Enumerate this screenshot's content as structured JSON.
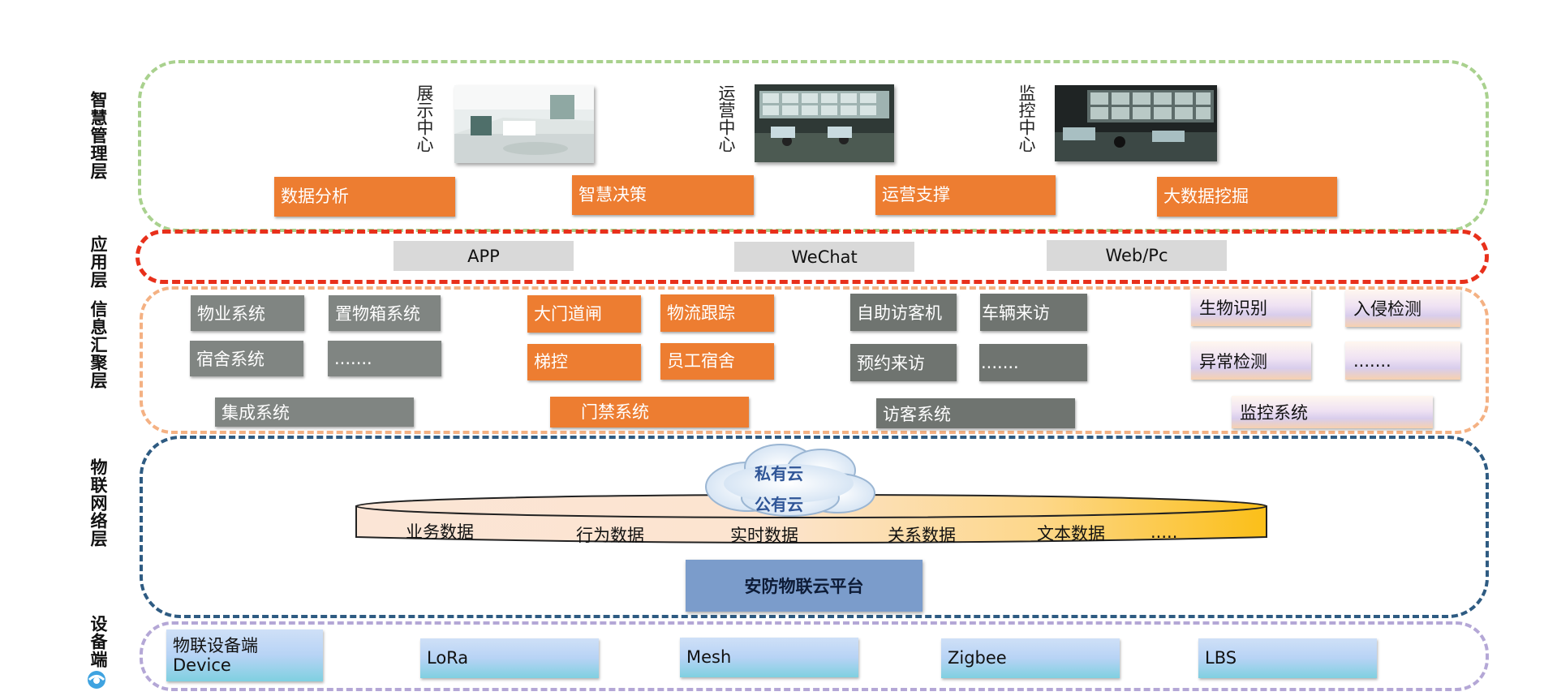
{
  "layer_labels": {
    "smart_mgmt": "智慧管理层",
    "application": "应用层",
    "info_aggregation": "信息汇聚层",
    "iot_network": "物联网络层",
    "device": "设备端"
  },
  "centers": [
    {
      "caption": "展示中心"
    },
    {
      "caption": "运营中心"
    },
    {
      "caption": "监控中心"
    }
  ],
  "mgmt_functions": [
    "数据分析",
    "智慧决策",
    "运营支撑",
    "大数据挖掘"
  ],
  "app_channels": [
    "APP",
    "WeChat",
    "Web/Pc"
  ],
  "integration": {
    "items": [
      "物业系统",
      "置物箱系统",
      "宿舍系统",
      "......."
    ],
    "system": "集成系统"
  },
  "access": {
    "items": [
      "大门道闸",
      "物流跟踪",
      "梯控",
      "员工宿舍"
    ],
    "system": "门禁系统"
  },
  "visitor": {
    "items": [
      "自助访客机",
      "车辆来访",
      "预约来访",
      "......."
    ],
    "system": "访客系统"
  },
  "monitor": {
    "items": [
      "生物识别",
      "入侵检测",
      "异常检测",
      "......."
    ],
    "system": "监控系统"
  },
  "cloud": {
    "private": "私有云",
    "public": "公有云",
    "data_types": [
      "业务数据",
      "行为数据",
      "实时数据",
      "关系数据",
      "文本数据",
      "....."
    ]
  },
  "platform": "安防物联云平台",
  "devices": {
    "first_line1": "物联设备端",
    "first_line2": "Device",
    "protocols": [
      "LoRa",
      "Mesh",
      "Zigbee",
      "LBS"
    ]
  },
  "colors": {
    "orange": "#ed7d31",
    "gray": "#6f7470",
    "light_gray": "#d9d9d9",
    "platform_blue": "#7b9ccb",
    "frame_green": "#a9d18e",
    "frame_red": "#e8301b",
    "frame_peach": "#f4b183",
    "frame_blue": "#2e5b82",
    "frame_lilac": "#b4a7d6"
  }
}
